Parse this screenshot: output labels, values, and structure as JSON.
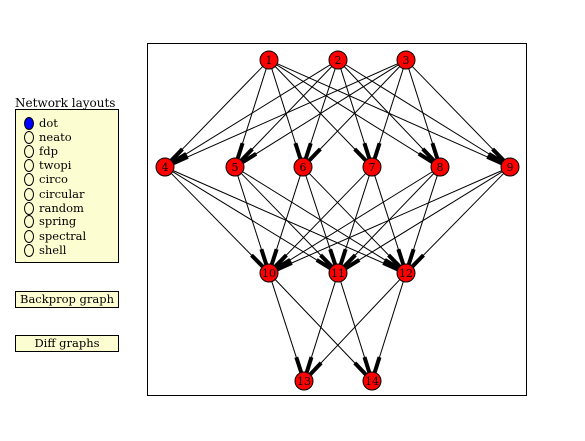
{
  "layouts": {
    "title": "Network layouts",
    "options": [
      "dot",
      "neato",
      "fdp",
      "twopi",
      "circo",
      "circular",
      "random",
      "spring",
      "spectral",
      "shell"
    ],
    "selected": "dot"
  },
  "buttons": {
    "backprop": "Backprop graph",
    "diff": "Diff graphs"
  },
  "graph": {
    "node_color": "#ff0000",
    "selected_color": "#0000ff",
    "panel_color": "#fdfdd2",
    "nodes": [
      "1",
      "2",
      "3",
      "4",
      "5",
      "6",
      "7",
      "8",
      "9",
      "10",
      "11",
      "12",
      "13",
      "14"
    ],
    "edges": [
      [
        "1",
        "4"
      ],
      [
        "1",
        "5"
      ],
      [
        "1",
        "6"
      ],
      [
        "1",
        "7"
      ],
      [
        "1",
        "8"
      ],
      [
        "1",
        "9"
      ],
      [
        "2",
        "4"
      ],
      [
        "2",
        "5"
      ],
      [
        "2",
        "6"
      ],
      [
        "2",
        "7"
      ],
      [
        "2",
        "8"
      ],
      [
        "2",
        "9"
      ],
      [
        "3",
        "4"
      ],
      [
        "3",
        "5"
      ],
      [
        "3",
        "6"
      ],
      [
        "3",
        "7"
      ],
      [
        "3",
        "8"
      ],
      [
        "3",
        "9"
      ],
      [
        "4",
        "10"
      ],
      [
        "4",
        "11"
      ],
      [
        "4",
        "12"
      ],
      [
        "5",
        "10"
      ],
      [
        "5",
        "11"
      ],
      [
        "5",
        "12"
      ],
      [
        "6",
        "10"
      ],
      [
        "6",
        "11"
      ],
      [
        "6",
        "12"
      ],
      [
        "7",
        "10"
      ],
      [
        "7",
        "11"
      ],
      [
        "7",
        "12"
      ],
      [
        "8",
        "10"
      ],
      [
        "8",
        "11"
      ],
      [
        "8",
        "12"
      ],
      [
        "9",
        "10"
      ],
      [
        "9",
        "11"
      ],
      [
        "9",
        "12"
      ],
      [
        "10",
        "13"
      ],
      [
        "10",
        "14"
      ],
      [
        "11",
        "13"
      ],
      [
        "11",
        "14"
      ],
      [
        "12",
        "13"
      ],
      [
        "12",
        "14"
      ]
    ]
  }
}
